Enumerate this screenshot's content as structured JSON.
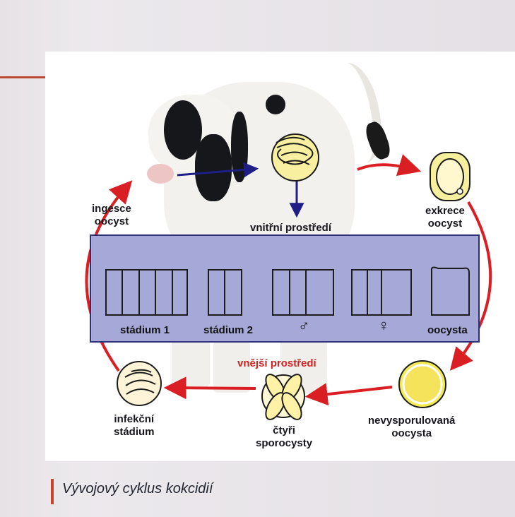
{
  "labels": {
    "ingestion": "ingesce\noocyst",
    "excretion": "exkrece\noocyst",
    "internal_environment": "vnitřní prostředí",
    "external_environment": "vnější prostředí",
    "stage1": "stádium 1",
    "stage2": "stádium 2",
    "male": "♂",
    "female": "♀",
    "oocyst": "oocysta",
    "unsporulated_oocyst": "nevysporulovaná\noocysta",
    "four_sporocysts": "čtyři\nsporocysty",
    "infectious_stage": "infekční\nstádium"
  },
  "caption": "Vývojový cyklus kokcidií",
  "colors": {
    "arrow_red": "#d91f24",
    "arrow_blue": "#1e1f86",
    "lifecycle_box": "#a6a9d8",
    "cell_fill": "#f3ef9c",
    "oocyst_yellow": "#f4ea51",
    "caption_accent": "#c8442f"
  }
}
